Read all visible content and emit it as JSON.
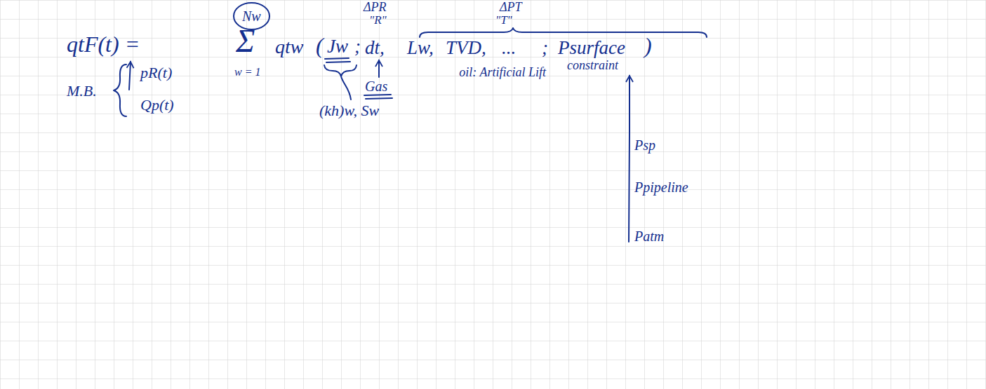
{
  "diagram": {
    "nodes": [
      {
        "text": [
          "Nw"
        ]
      }
    ],
    "labels": [
      "qtF(t) =",
      "M.B.",
      "pR(t)",
      "Qp(t)",
      "Σ",
      "w = 1",
      "qtw",
      "(",
      "Jw",
      ";",
      "dt,",
      "Lw,",
      "TVD,",
      "...",
      ";",
      "Psurface",
      "constraint",
      ")",
      "ΔPR",
      "\"R\"",
      "ΔPT",
      "\"T\"",
      "(kh)w, Sw",
      "Gas",
      "oil: Artificial Lift",
      "Psp",
      "Ppipeline",
      "Patm"
    ]
  }
}
